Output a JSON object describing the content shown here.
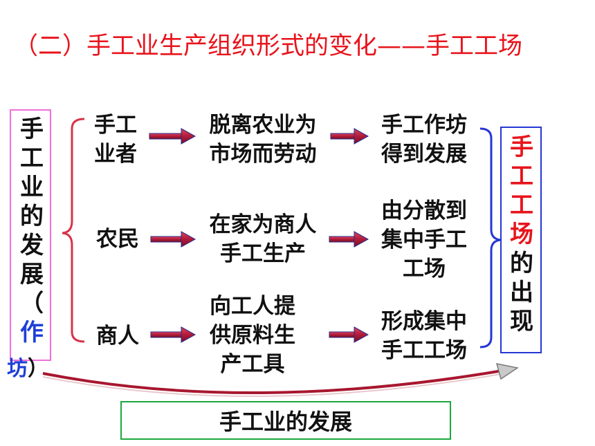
{
  "title": "（二）手工业生产组织形式的变化——手工工场",
  "left": {
    "chars": [
      "手",
      "工",
      "业",
      "的",
      "发",
      "展",
      "（"
    ],
    "highlight": "作",
    "tail_blue": "坊",
    "tail_paren": "）"
  },
  "rows": [
    {
      "actor": [
        "手工",
        "业者"
      ],
      "middle": [
        "脱离农业为",
        "市场而劳动"
      ],
      "result": [
        "手工作坊",
        "得到发展"
      ]
    },
    {
      "actor": [
        "农民"
      ],
      "middle": [
        "在家为商人",
        "手工生产"
      ],
      "result": [
        "由分散到",
        "集中手工",
        "工场"
      ]
    },
    {
      "actor": [
        "商人"
      ],
      "middle": [
        "向工人提",
        "供原料生",
        "产工具"
      ],
      "result": [
        "形成集中",
        "手工工场"
      ]
    }
  ],
  "right": {
    "red_chars": [
      "手",
      "工",
      "工",
      "场"
    ],
    "black_chars": [
      "的",
      "出",
      "现"
    ]
  },
  "bottom": "手工业的发展",
  "colors": {
    "title": "#e8141c",
    "left_border": "#ee6fd9",
    "right_border": "#2636d4",
    "bottom_border": "#1aa83c",
    "arrow": "#b01b3a",
    "bracket": "#d8324a",
    "highlight_blue": "#1f3fd6"
  }
}
